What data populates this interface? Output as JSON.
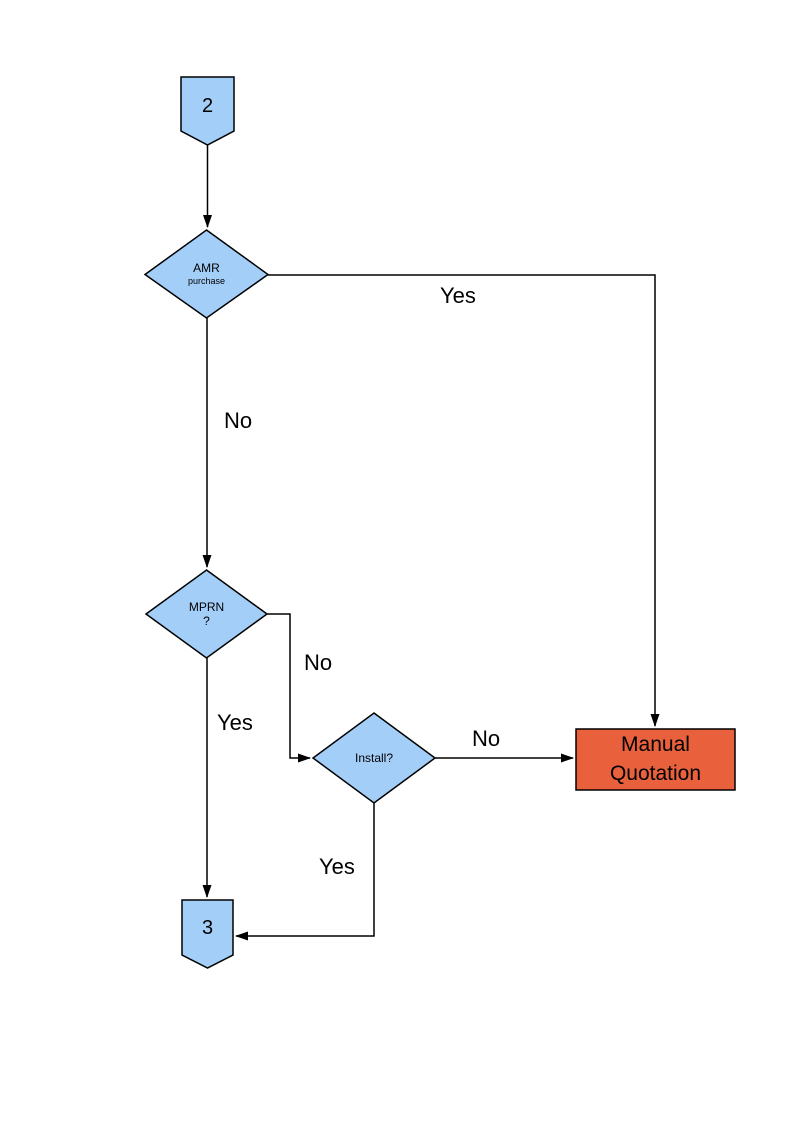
{
  "colors": {
    "shape_fill": "#A3CEF8",
    "shape_border": "#000000",
    "process_fill": "#E8613C",
    "line": "#000000",
    "text": "#000000",
    "background": "#FFFFFF"
  },
  "nodes": {
    "connector_2": {
      "label": "2"
    },
    "decision_amr": {
      "line1": "AMR",
      "line2": "purchase"
    },
    "decision_mprn": {
      "line1": "MPRN",
      "line2": "?"
    },
    "decision_install": {
      "label": "Install?"
    },
    "process_manual_quotation": {
      "line1": "Manual",
      "line2": "Quotation"
    },
    "connector_3": {
      "label": "3"
    }
  },
  "edge_labels": {
    "amr_yes": "Yes",
    "amr_no": "No",
    "mprn_no": "No",
    "mprn_yes": "Yes",
    "install_no": "No",
    "install_yes": "Yes"
  }
}
